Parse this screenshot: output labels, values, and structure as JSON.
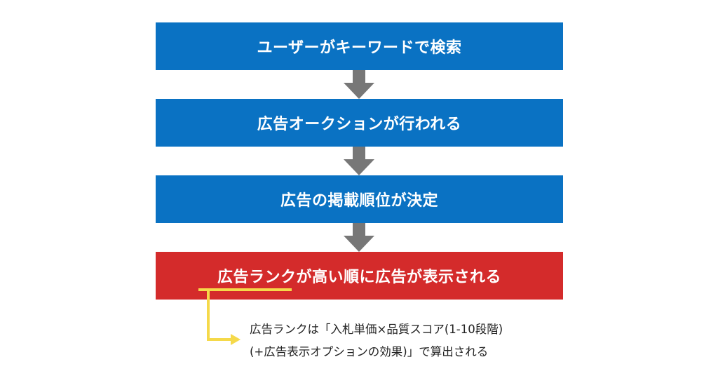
{
  "steps": [
    {
      "label": "ユーザーがキーワードで検索",
      "color": "#0a72c3"
    },
    {
      "label": "広告オークションが行われる",
      "color": "#0a72c3"
    },
    {
      "label": "広告の掲載順位が決定",
      "color": "#0a72c3"
    },
    {
      "label": "広告ランクが高い順に広告が表示される",
      "color": "#d42b2b"
    }
  ],
  "arrow_color": "#777777",
  "highlight_color": "#f5d94a",
  "note": {
    "line1": "広告ランクは「入札単価×品質スコア(1-10段階)",
    "line2": "(+広告表示オプションの効果)」で算出される"
  }
}
